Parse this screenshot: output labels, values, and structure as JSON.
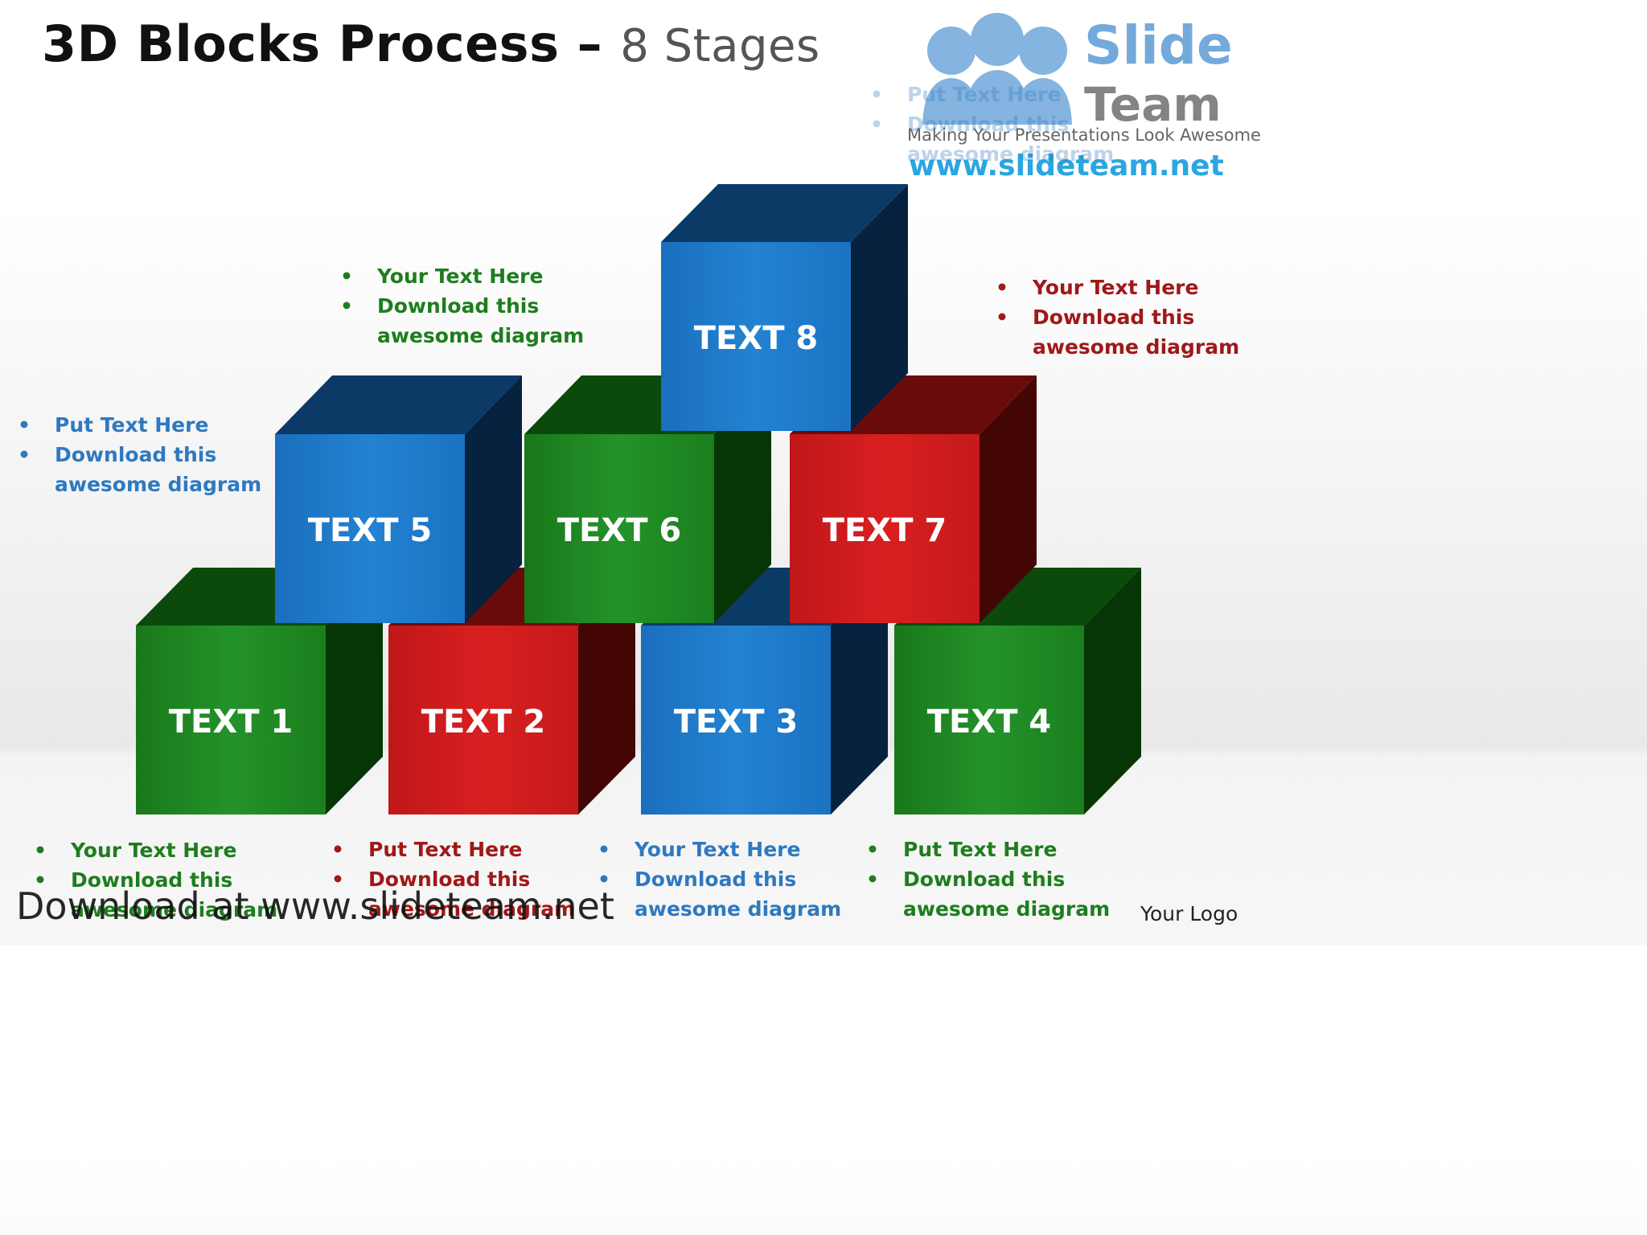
{
  "title": {
    "main": "3D Blocks Process",
    "dash": "–",
    "sub": "8 Stages"
  },
  "logo": {
    "brand_line1": "Slide",
    "brand_line2": "Team",
    "tagline": "Making Your Presentations Look Awesome",
    "url": "www.slideteam.net",
    "icon": "people-group-icon"
  },
  "colors": {
    "green": "#1e8a1e",
    "red": "#d41c1c",
    "blue": "#1f7ccc",
    "green_text": "#1e7d1e",
    "red_text": "#a01818",
    "blue_text": "#2e79c0"
  },
  "blocks": [
    {
      "label": "TEXT 1",
      "color": "green"
    },
    {
      "label": "TEXT 2",
      "color": "red"
    },
    {
      "label": "TEXT 3",
      "color": "blue"
    },
    {
      "label": "TEXT 4",
      "color": "green"
    },
    {
      "label": "TEXT 5",
      "color": "blue"
    },
    {
      "label": "TEXT 6",
      "color": "green"
    },
    {
      "label": "TEXT 7",
      "color": "red"
    },
    {
      "label": "TEXT 8",
      "color": "blue"
    }
  ],
  "notes": [
    {
      "line1": "Your Text Here",
      "line2": "Download this",
      "line3": "awesome diagram"
    },
    {
      "line1": "Put Text Here",
      "line2": "Download this",
      "line3": "awesome diagram"
    },
    {
      "line1": "Your Text Here",
      "line2": "Download this",
      "line3": "awesome diagram"
    },
    {
      "line1": "Put Text Here",
      "line2": "Download this",
      "line3": "awesome diagram"
    },
    {
      "line1": "Put Text Here",
      "line2": "Download this",
      "line3": "awesome diagram"
    },
    {
      "line1": "Your Text Here",
      "line2": "Download this",
      "line3": "awesome diagram"
    },
    {
      "line1": "Your Text Here",
      "line2": "Download this",
      "line3": "awesome diagram"
    },
    {
      "line1": "Put Text Here",
      "line2": "Download this",
      "line3": "awesome diagram"
    }
  ],
  "footer": {
    "watermark": "Download at www.slideteam.net",
    "your_logo": "Your Logo"
  }
}
